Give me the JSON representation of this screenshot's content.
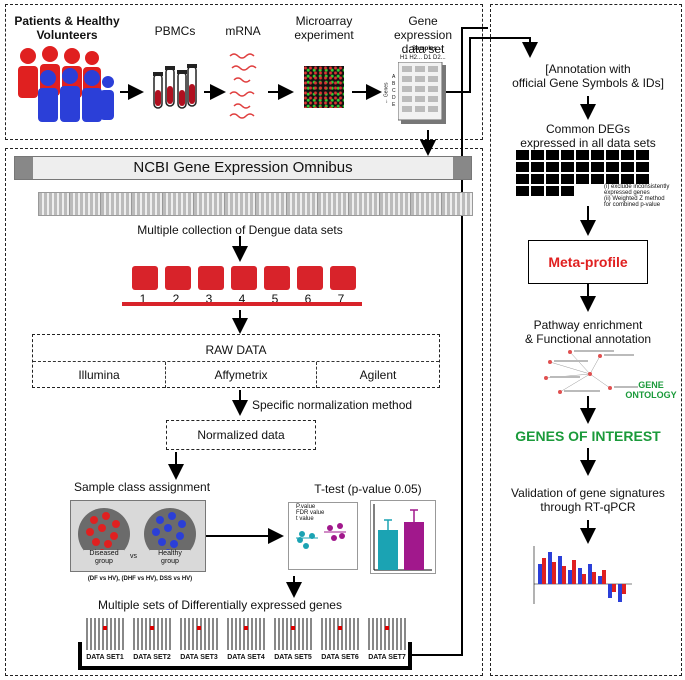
{
  "top": {
    "patients": "Patients & Healthy\nVolunteers",
    "pbmcs": "PBMCs",
    "mrna": "mRNA",
    "microarray": "Microarray\nexperiment",
    "gene_expression": "Gene expression\ndata set",
    "samples": "Samples →",
    "cols": "H1 H2... D1 D2...",
    "genes": "← Genes",
    "rows": "A B C D E"
  },
  "left": {
    "ncbi_title": "NCBI Gene Expression Omnibus",
    "multi_collection": "Multiple collection of Dengue data sets",
    "numbers": [
      "1",
      "2",
      "3",
      "4",
      "5",
      "6",
      "7"
    ],
    "raw_data": "RAW DATA",
    "platforms": [
      "Illumina",
      "Affymetrix",
      "Agilent"
    ],
    "normalization": "Specific normalization method",
    "normalized": "Normalized data",
    "class_assignment": "Sample class assignment",
    "diseased": "Diseased\ngroup",
    "vs": "vs",
    "healthy": "Healthy\ngroup",
    "comparisons": "(DF vs HV), (DHF vs HV), DSS vs HV)",
    "ttest": "T-test (p-value 0.05)",
    "pvalue_legend": "P.value\nFDR value\nt value",
    "degs": "Multiple sets of Differentially expressed genes",
    "datasets": [
      "DATA SET1",
      "DATA SET2",
      "DATA SET3",
      "DATA SET4",
      "DATA SET5",
      "DATA SET6",
      "DATA SET7"
    ]
  },
  "right": {
    "annotation": "[Annotation with\nofficial Gene Symbols & IDs]",
    "common_degs": "Common DEGs\nexpressed in all data sets",
    "notes": "(i) exclude inconsistently\nexpressed genes\n(ii) Weighted Z method\nfor combined p-value",
    "meta_profile": "Meta-profile",
    "pathway": "Pathway enrichment\n& Functional annotation",
    "gene_ontology": "GENE\nONTOLOGY",
    "genes_of_interest": "GENES OF INTEREST",
    "validation": "Validation of gene signatures\nthrough RT-qPCR"
  },
  "colors": {
    "red": "#d8232a",
    "blue": "#1f3fd0",
    "green": "#1a9a3a",
    "teal": "#1ba3b3",
    "purple": "#a1188c"
  }
}
